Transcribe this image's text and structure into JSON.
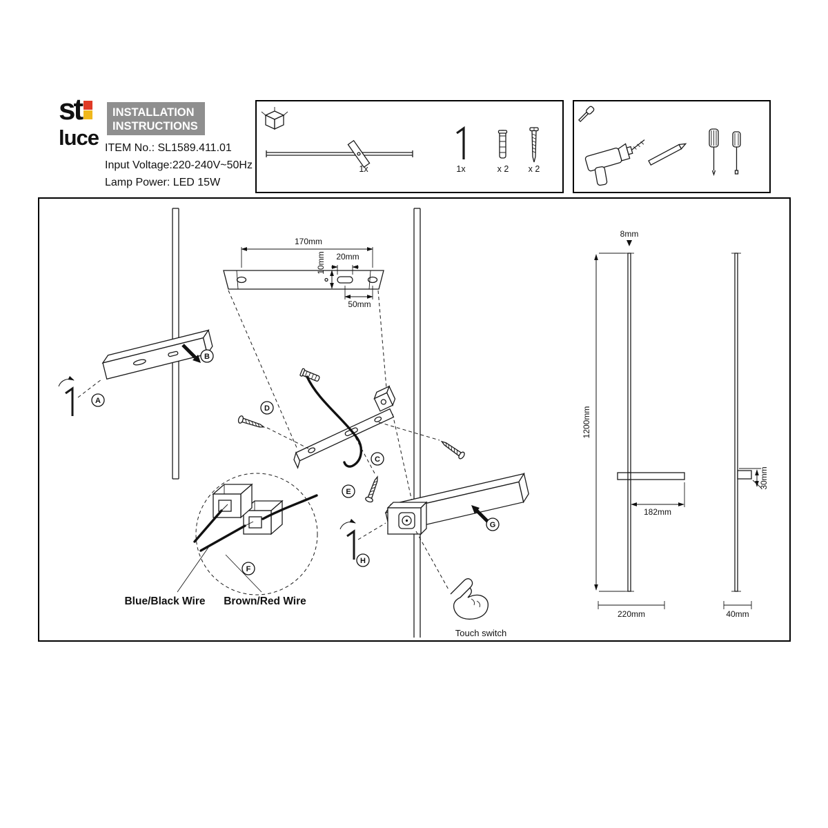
{
  "brand": {
    "logo_top": "st",
    "logo_bottom": "luce",
    "accent_red": "#e03a26",
    "accent_yellow": "#f0b81c"
  },
  "header": {
    "title_line1": "INSTALLATION",
    "title_line2": "INSTRUCTIONS",
    "item_no": "ITEM No.: SL1589.411.01",
    "input_voltage": "Input Voltage:220-240V~50Hz",
    "lamp_power": "Lamp Power: LED 15W"
  },
  "package_contents": {
    "lamp_qty": "1x",
    "hex_key_qty": "1x",
    "anchor_qty": "x 2",
    "screw_qty": "x 2"
  },
  "steps": {
    "a": "A",
    "b": "B",
    "c": "C",
    "d": "D",
    "e": "E",
    "f": "F",
    "g": "G",
    "h": "H"
  },
  "bracket_dims": {
    "w170": "170mm",
    "h10": "10mm",
    "w20": "20mm",
    "w50": "50mm"
  },
  "product_dims": {
    "d8": "8mm",
    "h1200": "1200mm",
    "w182": "182mm",
    "w220": "220mm",
    "d30": "30mm",
    "w40": "40mm"
  },
  "wiring": {
    "blue_black": "Blue/Black Wire",
    "brown_red": "Brown/Red Wire"
  },
  "touch": {
    "label": "Touch switch"
  },
  "icons": [
    "package-icon",
    "screwdriver-icon",
    "drill-icon",
    "pencil-icon",
    "hex-key-icon",
    "wall-anchor-icon",
    "screw-icon",
    "wire-connector-icon",
    "touch-sensor-icon",
    "hand-pointer-icon"
  ]
}
